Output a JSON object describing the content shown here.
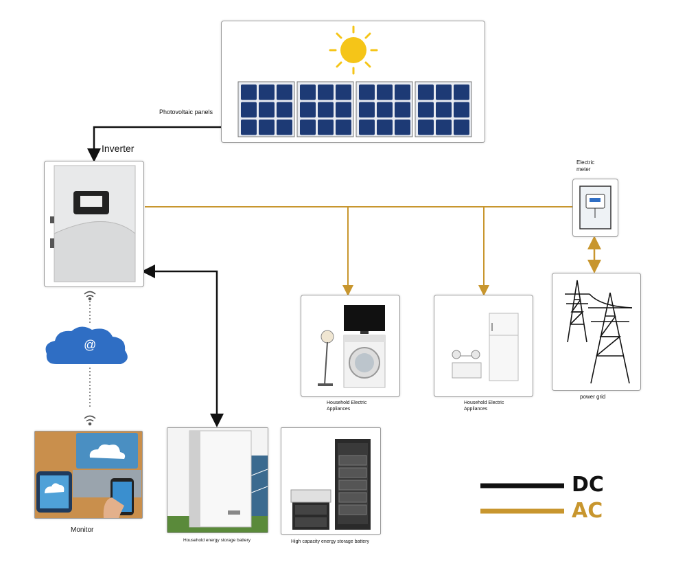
{
  "labels": {
    "pv_panels": "Photovoltaic panels",
    "inverter": "Inverter",
    "electric_meter": "Electric meter",
    "appliances_1": "Household Electric Appliances",
    "appliances_2": "Household Electric Appliances",
    "power_grid": "power grid",
    "monitor": "Monitor",
    "household_battery": "Household energy storage battery",
    "high_capacity_battery": "High capacity energy storage battery",
    "cloud_symbol": "@"
  },
  "legend": {
    "dc_label": "DC",
    "ac_label": "AC"
  },
  "colors": {
    "dc_line": "#111111",
    "ac_line": "#c8962e",
    "panel_cell": "#1d3a75",
    "sun": "#f5c518",
    "cloud": "#2f6ec4"
  },
  "icons": [
    "sun-icon",
    "solar-panel-icon",
    "inverter-icon",
    "wifi-icon",
    "cloud-icon",
    "monitor-photo-icon",
    "battery-icon",
    "battery-rack-icon",
    "tv-icon",
    "washer-icon",
    "lamp-icon",
    "fridge-icon",
    "light-icon",
    "meter-icon",
    "pylon-icon"
  ]
}
